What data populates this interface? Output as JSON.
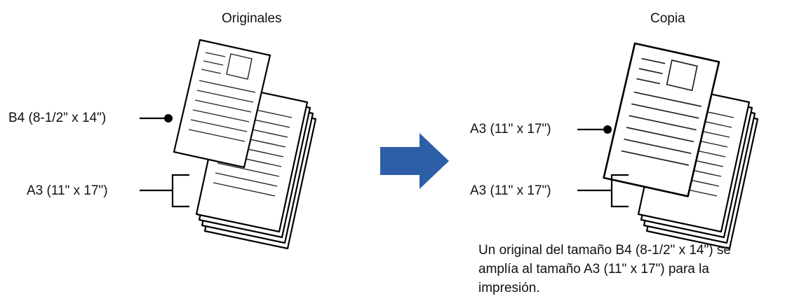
{
  "left_panel": {
    "heading": "Originales",
    "small_doc_label": "B4 (8-1/2\" x 14\")",
    "stack_label": "A3 (11\" x 17\")"
  },
  "right_panel": {
    "heading": "Copia",
    "enlarged_doc_label": "A3 (11\" x 17\")",
    "stack_label": "A3 (11\" x 17\")"
  },
  "arrow_color": "#2d5fa8",
  "caption": {
    "line1": "Un original del tamaño B4 (8-1/2\" x 14\") se",
    "line2": "amplía al tamaño A3 (11\" x 17\") para la",
    "line3": "impresión."
  }
}
